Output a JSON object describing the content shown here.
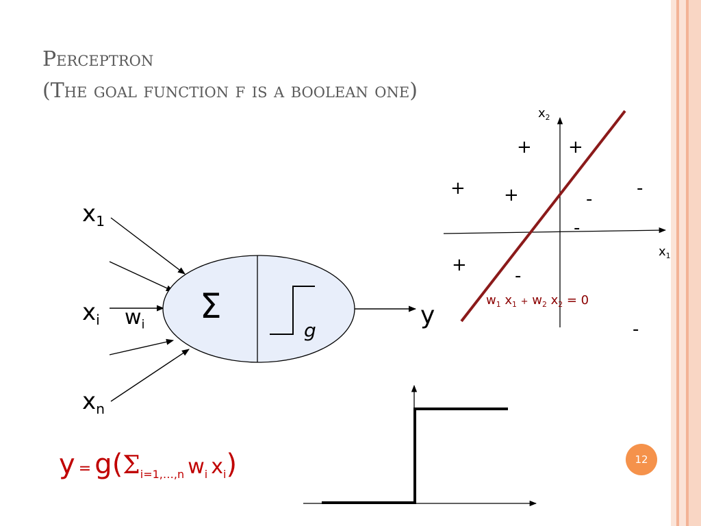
{
  "slide": {
    "title_line1": "Perceptron",
    "title_line2": "(The goal function f is a boolean one)",
    "page_number": "12"
  },
  "perceptron_diagram": {
    "inputs": [
      {
        "var": "x",
        "sub": "1"
      },
      {
        "var": "x",
        "sub": "i"
      },
      {
        "var": "x",
        "sub": "n"
      }
    ],
    "weight": {
      "var": "w",
      "sub": "i"
    },
    "sum_symbol": "Σ",
    "activation_label": "g",
    "output": "y"
  },
  "decision_plot": {
    "x_axis_label": {
      "var": "x",
      "sub": "1"
    },
    "y_axis_label": {
      "var": "x",
      "sub": "2"
    },
    "plus_symbol": "+",
    "minus_symbol": "-",
    "boundary_equation": {
      "w1": "w",
      "s1": "1",
      "x1": "x",
      "t1": "1",
      "plus": "+",
      "w2": "w",
      "s2": "2",
      "x2": "x",
      "t2": "2",
      "rhs": "= 0"
    },
    "line_color": "#8b1a1a"
  },
  "formula": {
    "y": "y",
    "eq": "=",
    "g_open": "g(",
    "sigma": "Σ",
    "range": "i=1,…,n",
    "w": "w",
    "w_sub": "i",
    "x": "x",
    "x_sub": "i",
    "close": ")",
    "color": "#c00000"
  },
  "colors": {
    "ellipse_fill": "#e8eefa",
    "side_bars": [
      "#fbe4d8",
      "#f7c6ad",
      "#f9d5c2",
      "#f4b596"
    ],
    "page_badge": "#f5924b"
  }
}
